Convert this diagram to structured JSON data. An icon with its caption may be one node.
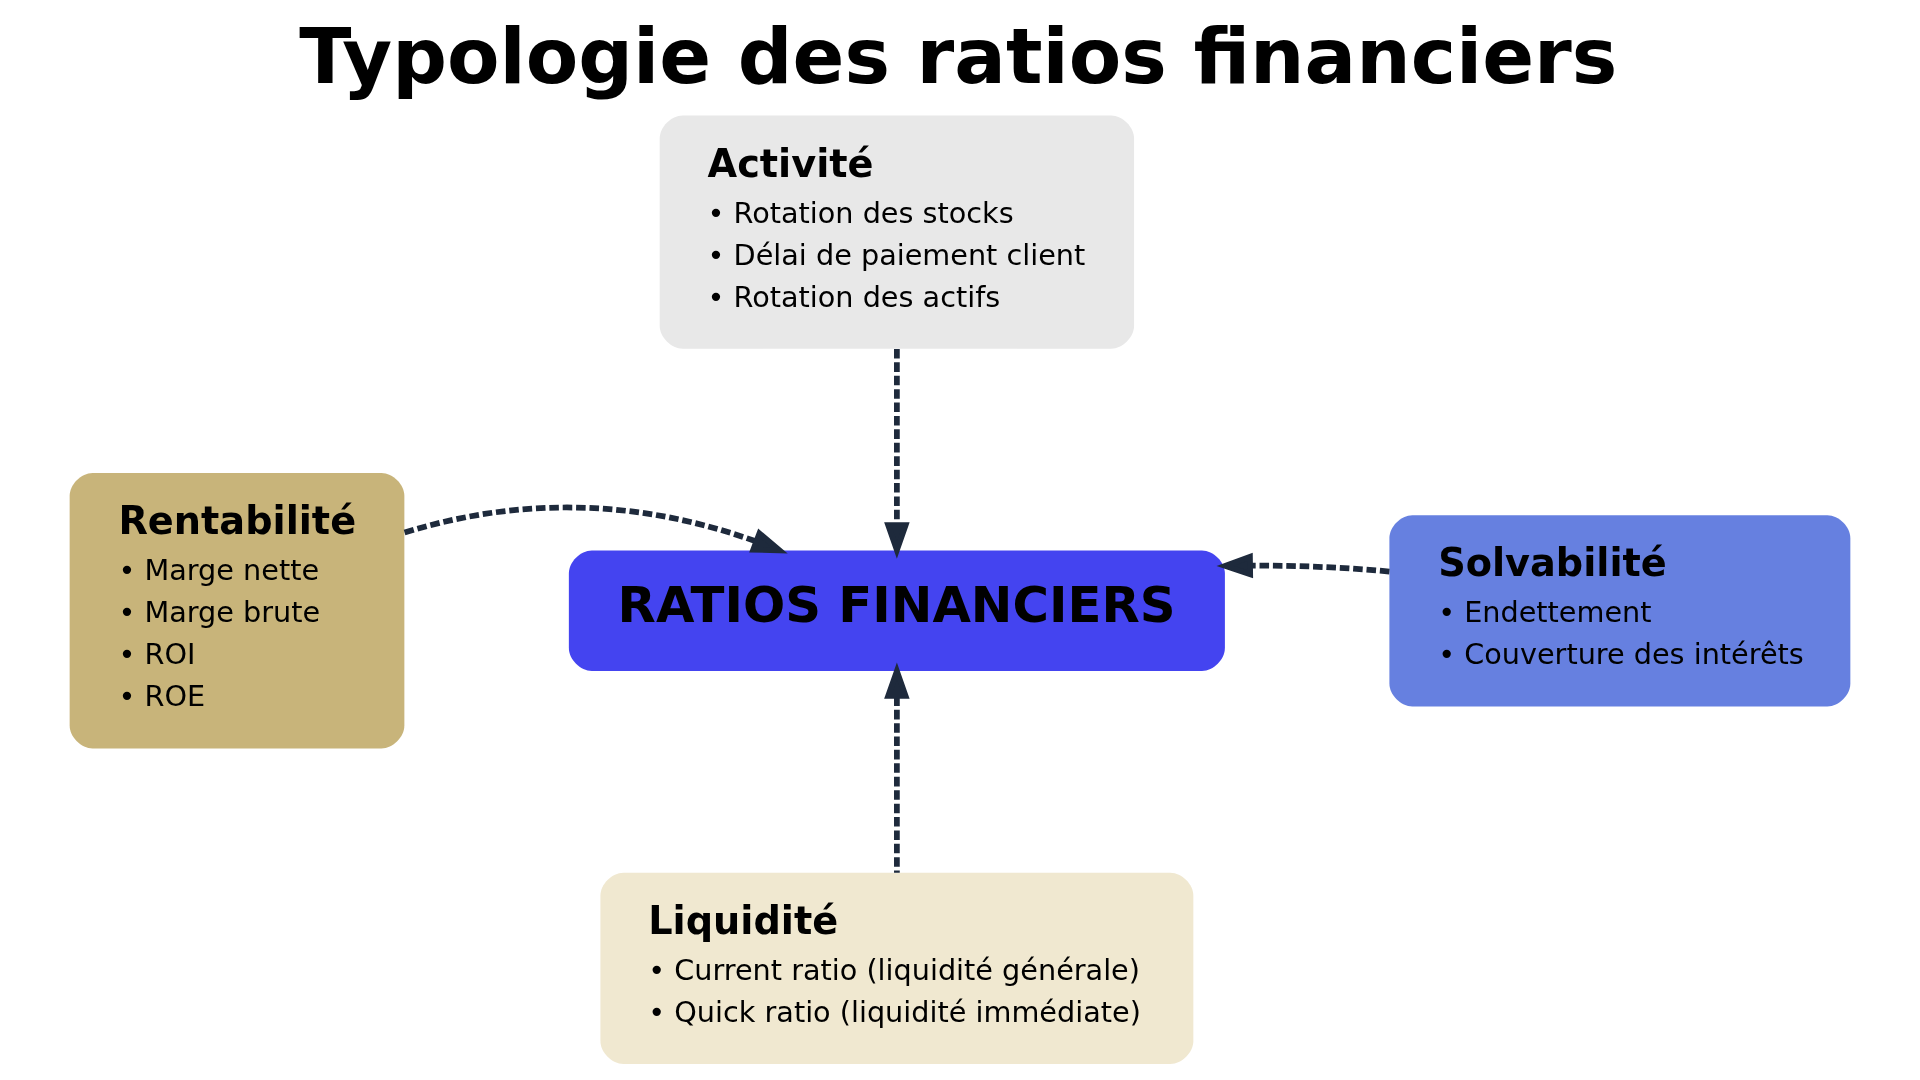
{
  "diagram": {
    "title": "Typologie des ratios financiers",
    "nodes": [
      {
        "text": [
          "RATIOS FINANCIERS"
        ]
      },
      {
        "text": [
          "Activité",
          "• Rotation des stocks",
          "• Délai de paiement client",
          "• Rotation des actifs"
        ]
      },
      {
        "text": [
          "Rentabilité",
          "• Marge nette",
          "• Marge brute",
          "• ROI",
          "• ROE"
        ]
      },
      {
        "text": [
          "Solvabilité",
          "• Endettement",
          "• Couverture des intérêts"
        ]
      },
      {
        "text": [
          "Liquidité",
          "• Current ratio (liquidité générale)",
          "• Quick ratio (liquidité immédiate)"
        ]
      }
    ],
    "edges": [
      {
        "from": 1,
        "to": 0,
        "arrow": "to",
        "style": "dashed"
      },
      {
        "from": 2,
        "to": 0,
        "arrow": "to",
        "style": "dashed"
      },
      {
        "from": 3,
        "to": 0,
        "arrow": "to",
        "style": "dashed"
      },
      {
        "from": 4,
        "to": 0,
        "arrow": "to",
        "style": "dashed"
      }
    ]
  }
}
